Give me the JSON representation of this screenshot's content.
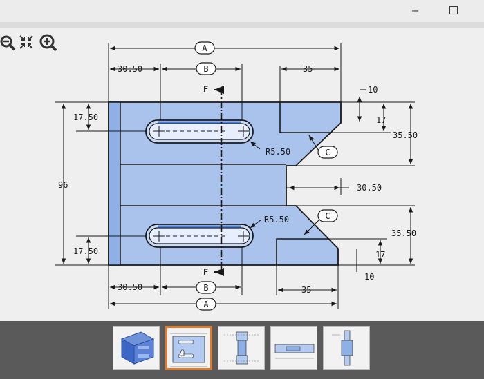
{
  "window": {
    "minimize_label": "–"
  },
  "toolbar": {
    "tools": [
      "zoom-out",
      "fit-to-screen",
      "zoom-in"
    ]
  },
  "drawing": {
    "callouts": {
      "A": "A",
      "B": "B",
      "C": "C",
      "F": "F"
    },
    "dims": {
      "top_left_offset": "30.50",
      "top_right_35": "35",
      "top_10": "10",
      "top_17": "17",
      "right_35_50_top": "35.50",
      "slot_top_17_50": "17.50",
      "height_96": "96",
      "radius_top": "R5.50",
      "middle_30_50": "30.50",
      "radius_bottom": "R5.50",
      "right_35_50_bottom": "35.50",
      "bottom_17": "17",
      "bottom_10": "10",
      "slot_bottom_17_50": "17.50",
      "bottom_left_offset": "30.50",
      "bottom_right_35": "35"
    }
  },
  "thumbnails": [
    {
      "name": "isometric-view",
      "selected": false
    },
    {
      "name": "top-view",
      "selected": true
    },
    {
      "name": "front-view",
      "selected": false
    },
    {
      "name": "side-view",
      "selected": false
    },
    {
      "name": "end-view",
      "selected": false
    }
  ],
  "colors": {
    "part_fill": "#a9c3ec",
    "accent_selected": "#e07a2e",
    "line": "#1a1a1a"
  }
}
